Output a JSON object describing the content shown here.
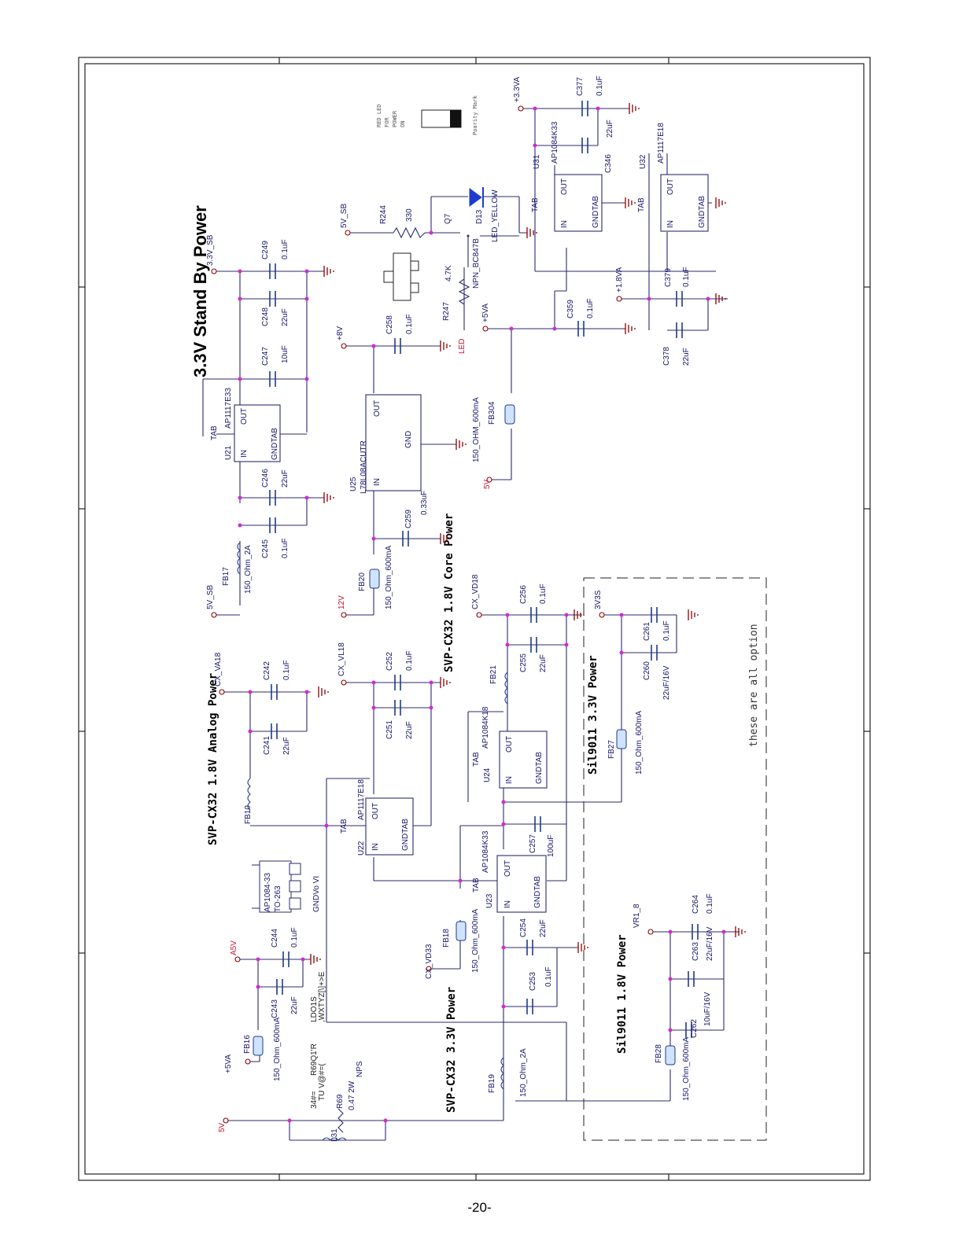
{
  "title_standby": "3.3V Stand By Power",
  "sec_analog": "SVP-CX32 1.8V Analog Power",
  "sec_core": "SVP-CX32 1.8V Core Power",
  "sec_33": "SVP-CX32 3.3V Power",
  "sec_sil33": "Sil9011 3.3V Power",
  "sec_sil18": "Sil9011 1.8V Power",
  "note_option": "these are all option",
  "polarity": "Poarity Mark",
  "red_led_note": [
    "RED LED",
    "FOR",
    "POWER",
    "ON"
  ],
  "page_number": "-20-",
  "nets": {
    "v33sb": "3.3V_SB",
    "v5sb": "5V_SB",
    "v8": "+8V",
    "v5va": "+5VA",
    "v33va": "+3.3VA",
    "v18va": "+1.8VA",
    "v12": "12V",
    "v5a": "5V",
    "v5b": "5V",
    "a5v": "A5V",
    "p5va": "+5VA",
    "cxva18": "CX_VA18",
    "cxvl18": "CX_VL18",
    "cxvd18": "CX_VD18",
    "cxvd33": "CX_VD33",
    "v3v3s": "3V3S",
    "vr18": "VR1_8",
    "led": "LED"
  },
  "parts": {
    "u21": "U21",
    "u21p": "AP1117E33",
    "u25": "U25",
    "u25p": "L78L08ACUTR",
    "u31": "U31",
    "u31p": "AP1084K33",
    "u32": "U32",
    "u32p": "AP1117E18",
    "u22": "U22",
    "u22p": "AP1117E18",
    "u23": "U23",
    "u23p": "AP1084K33",
    "u24": "U24",
    "u24p": "AP1084K18",
    "q7": "Q7",
    "q7p": "NPN_BC847B",
    "d13": "D13",
    "d13p": "LED_YELLOW",
    "r244": "R244",
    "r244v": "330",
    "r247": "R247",
    "r247v": "4.7K",
    "r69": "R69",
    "r69v": "0.47 2W",
    "l31": "L31",
    "fb17": "FB17",
    "fb17v": "150_Ohm_2A",
    "fb20": "FB20",
    "fb20v": "150_Ohm_600mA",
    "fb304": "FB304",
    "fb304v": "150_OHM_600mA",
    "fb16": "FB16",
    "fb16v": "150_Ohm_600mA",
    "fb18": "FB18",
    "fb18v": "150_Ohm_600mA",
    "fb19": "FB19",
    "fb19v": "150_Ohm_2A",
    "fb21": "FB21",
    "fb27": "FB27",
    "fb27v": "150_Ohm_600mA",
    "fb28": "FB28",
    "fb28v": "150_Ohm_600mA",
    "fb10": "FB10",
    "c249": "C249",
    "c249v": "0.1uF",
    "c248": "C248",
    "c248v": "22uF",
    "c247": "C247",
    "c247v": "10uF",
    "c246": "C246",
    "c246v": "22uF",
    "c245": "C245",
    "c245v": "0.1uF",
    "c258": "C258",
    "c258v": "0.1uF",
    "c259": "C259",
    "c259v": "0.33uF",
    "c359": "C359",
    "c359v": "0.1uF",
    "c377": "C377",
    "c377v": "0.1uF",
    "c346": "C346",
    "c346v": "22uF",
    "c379": "C379",
    "c379v": "0.1uF",
    "c378": "C378",
    "c378v": "22uF",
    "c242": "C242",
    "c242v": "0.1uF",
    "c241": "C241",
    "c241v": "22uF",
    "c252": "C252",
    "c252v": "0.1uF",
    "c251": "C251",
    "c251v": "22uF",
    "c256": "C256",
    "c256v": "0.1uF",
    "c255": "C255",
    "c255v": "22uF",
    "c257": "C257",
    "c257v": "100uF",
    "c254": "C254",
    "c254v": "22uF",
    "c253": "C253",
    "c253v": "0.1uF",
    "c244": "C244",
    "c244v": "0.1uF",
    "c243": "C243",
    "c243v": "22uF",
    "c261": "C261",
    "c261v": "0.1uF",
    "c260": "C260",
    "c260v": "22uF/16V",
    "c264": "C264",
    "c264v": "0.1uF",
    "c263": "C263",
    "c263v": "22uF/16V",
    "c262": "C262",
    "c262v": "10uF/16V"
  },
  "pins": {
    "out": "OUT",
    "in": "IN",
    "gndtab": "GNDTAB",
    "tab": "TAB",
    "gnd": "GND"
  },
  "pkg": {
    "p1": "AP1084-33",
    "p2": "TO-263",
    "p3": "GNDVo VI"
  },
  "misc": {
    "ldo1": "LDO1S",
    "ldo2": ",WXTYZ[\\]+>E",
    "r69note": "R69Q1'R",
    "r69n2": "TU  V@#=(",
    "r69n3": "34#=",
    "nps": "NPS"
  }
}
